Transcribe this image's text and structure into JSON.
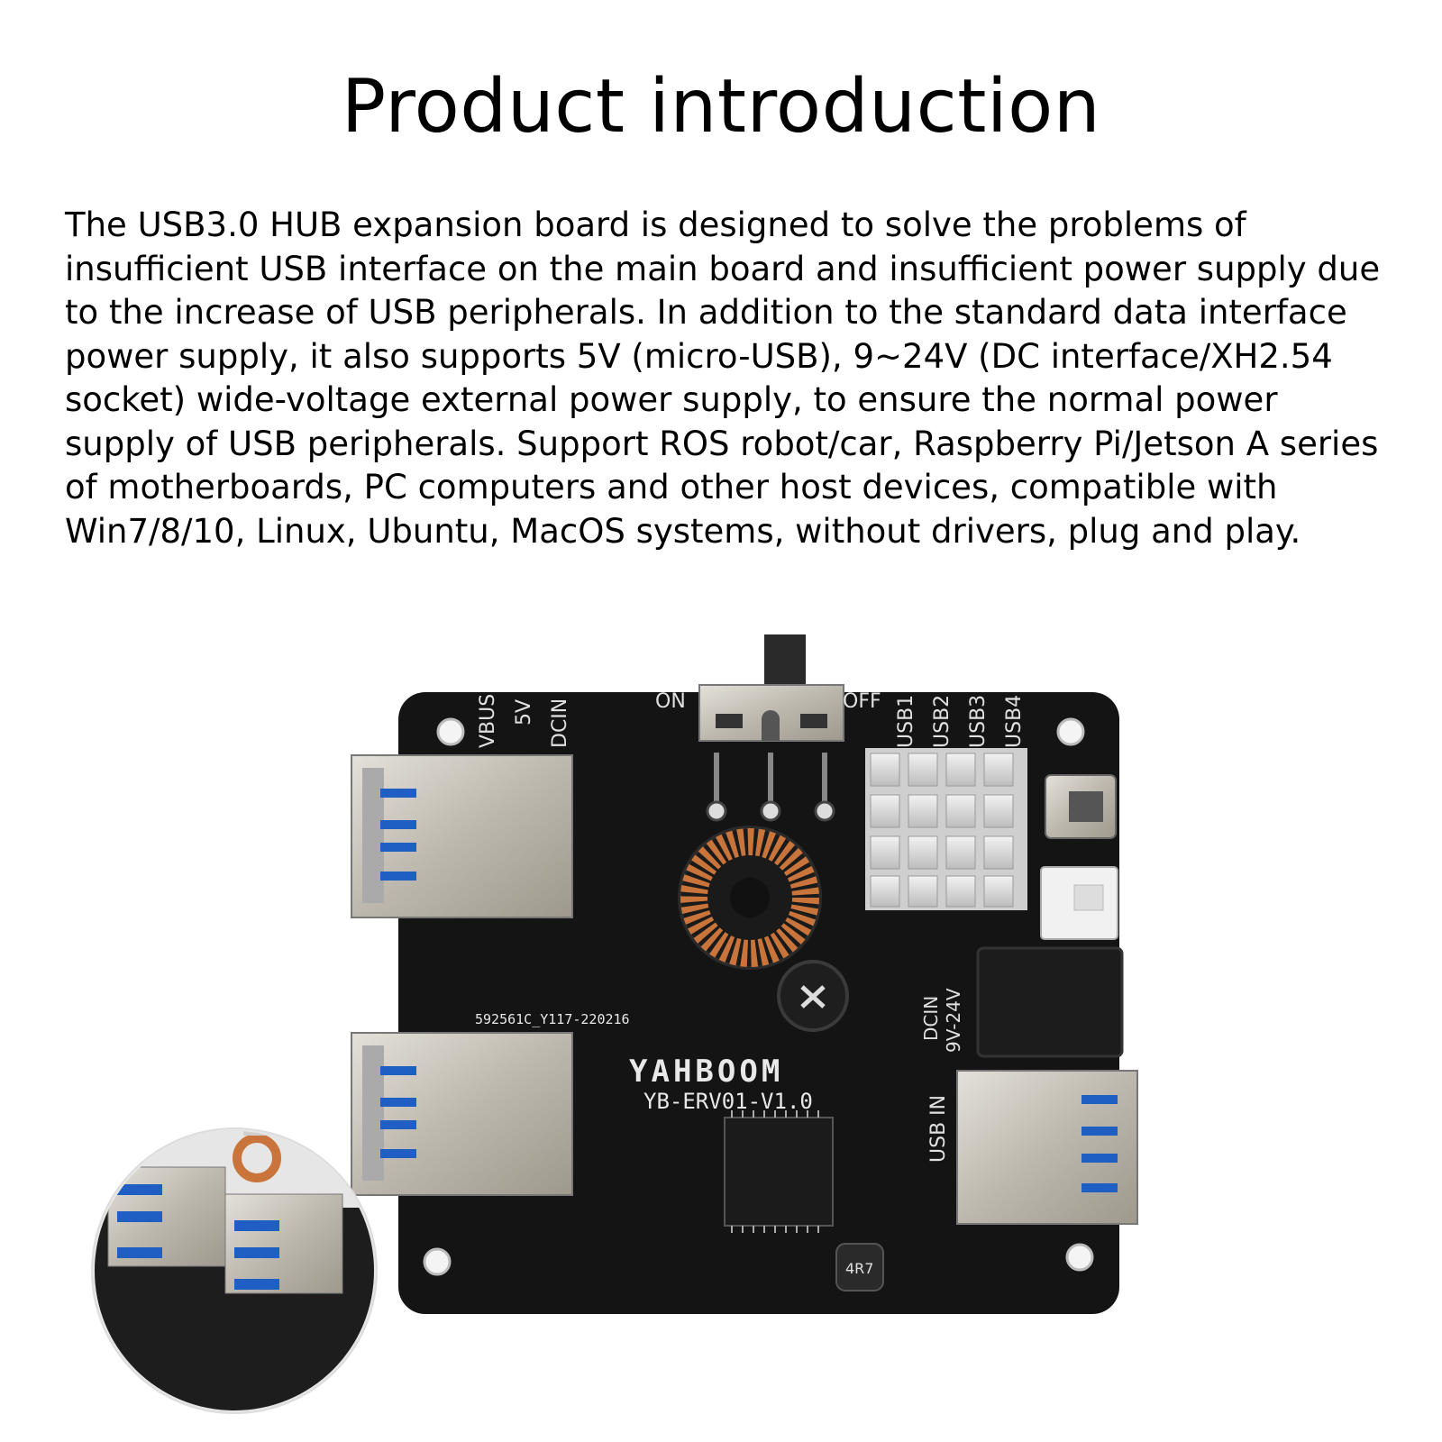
{
  "page": {
    "title": "Product introduction",
    "description": "The USB3.0 HUB expansion board is designed to solve the problems of insufficient USB interface on the main board and insufficient power supply due to the increase of USB peripherals. In addition to the standard data interface power supply, it also supports 5V (micro-USB), 9~24V (DC interface/XH2.54 socket) wide-voltage external power supply, to ensure the normal power supply of USB peripherals. Support ROS robot/car, Raspberry Pi/Jetson A series of motherboards, PC computers and other host devices, compatible with Win7/8/10, Linux, Ubuntu, MacOS systems, without drivers, plug and play."
  },
  "board": {
    "brand": "YAHBOOM",
    "model": "YB-ERV01-V1.0",
    "serial": "592561C_Y117-220216",
    "switch_on": "ON",
    "switch_off": "OFF",
    "label_vbus": "VBUS",
    "label_5v": "5V",
    "label_dcin": "DCIN",
    "label_usb1": "USB1",
    "label_usb2": "USB2",
    "label_usb3": "USB3",
    "label_usb4": "USB4",
    "label_dcin_range_1": "DCIN",
    "label_dcin_range_2": "9V-24V",
    "label_usb_in": "USB IN",
    "inductor_mark": "4R7",
    "colors": {
      "pcb": "#141414",
      "usb_blue": "#1f5fc4",
      "metal": "#c9c6bf",
      "copper": "#c8743a"
    }
  }
}
